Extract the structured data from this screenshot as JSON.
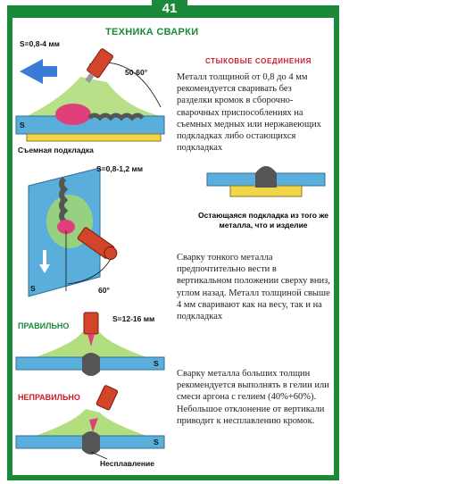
{
  "page_number": "41",
  "title": "ТЕХНИКА СВАРКИ",
  "subtitle": "СТЫКОВЫЕ СОЕДИНЕНИЯ",
  "paragraphs": {
    "p1": "Металл толщиной от 0,8 до 4 мм рекомендуется сваривать без разделки кромок в сборочно-сварочных приспособлениях на съемных медных или нержавеющих подкладках либо остающихся подкладках",
    "p2": "Сварку тонкого металла предпочтительно вести в вертикальном положении сверху вниз, углом назад. Металл толщиной свыше 4 мм сваривают как на весу, так и на подкладках",
    "p3": "Сварку металла больших толщин рекомендуется выполнять в гелии или смеси аргона с гелием (40%+60%). Небольшое отклонение от вертикали приводит к несплавлению кромок."
  },
  "labels": {
    "s1": "S=0,8-4 мм",
    "angle1": "50-60°",
    "s_mark": "S",
    "backing": "Съемная подкладка",
    "s2": "S=0,8-1,2 мм",
    "angle2": "60°",
    "caption": "Остающаяся подкладка из того же металла, что и изделие",
    "correct": "ПРАВИЛЬНО",
    "s3": "S=12-16 мм",
    "wrong": "НЕПРАВИЛЬНО",
    "lack_fusion": "Несплавление"
  },
  "colors": {
    "frame": "#1a8a3a",
    "metal": "#5aaedc",
    "backing": "#f2d64a",
    "torch": "#d2452a",
    "arc": "#e0407a",
    "shield": "#a6d86a",
    "bead": "#555555",
    "arrow": "#3a7bd5"
  }
}
